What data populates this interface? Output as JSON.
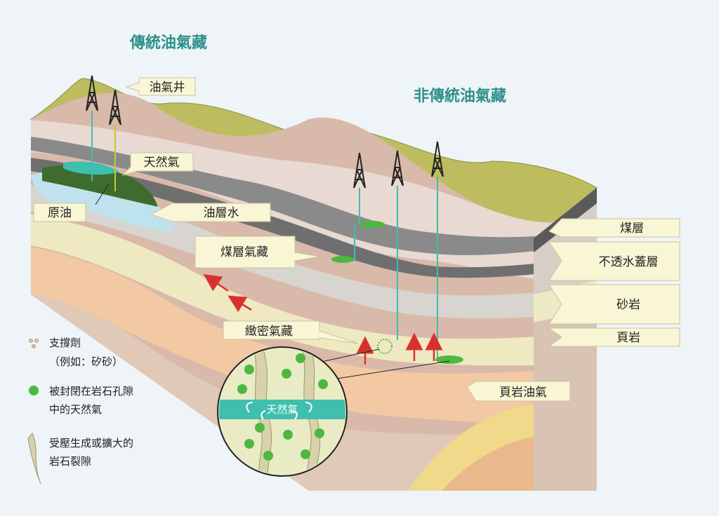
{
  "titles": {
    "conventional": "傳統油氣藏",
    "unconventional": "非傳統油氣藏"
  },
  "labels": {
    "well": "油氣井",
    "natural_gas": "天然氣",
    "crude_oil": "原油",
    "formation_water": "油層水",
    "coalbed_gas": "煤層氣藏",
    "tight_gas": "緻密氣藏",
    "shale_gas": "頁岩油氣",
    "inset_gas": "天然氣"
  },
  "strata": {
    "coal": "煤層",
    "cap_rock": "不透水蓋層",
    "sandstone": "砂岩",
    "shale": "頁岩"
  },
  "legend": {
    "proppant_line1": "支撐劑",
    "proppant_line2": "（例如：矽砂）",
    "trapped_gas_line1": "被封閉在岩石孔隙",
    "trapped_gas_line2": "中的天然氣",
    "fracture_line1": "受壓生成或擴大的",
    "fracture_line2": "岩石裂隙"
  },
  "colors": {
    "title": "#2d8f8a",
    "surface": "#b9b95a",
    "oil": "#3e6b2e",
    "gas": "#3fbfae",
    "water": "#bfe3ee",
    "coal": "#7a7a7a",
    "arrow": "#d9322e",
    "trapped_gas": "#4db840"
  }
}
